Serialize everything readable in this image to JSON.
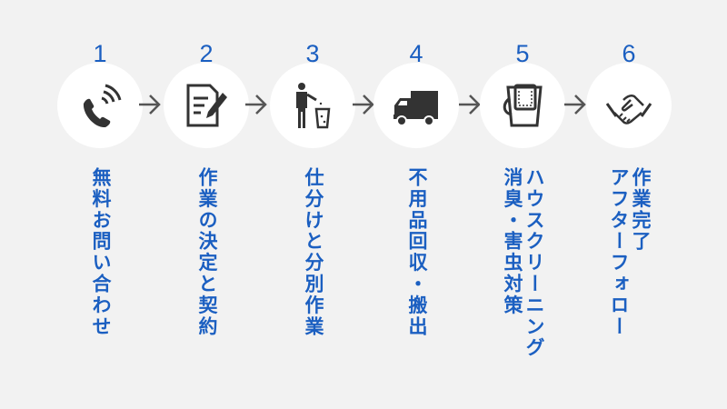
{
  "accent_color": "#1b5fc1",
  "steps": [
    {
      "number": "1",
      "icon": "phone-icon",
      "lines": [
        "無料お問い合わせ"
      ]
    },
    {
      "number": "2",
      "icon": "contract-icon",
      "lines": [
        "作業の決定と契約"
      ]
    },
    {
      "number": "3",
      "icon": "trash-sorting-icon",
      "lines": [
        "仕分けと分別作業"
      ]
    },
    {
      "number": "4",
      "icon": "truck-icon",
      "lines": [
        "不用品回収・搬出"
      ]
    },
    {
      "number": "5",
      "icon": "bucket-icon",
      "lines": [
        "ハウスクリーニング",
        "消臭・害虫対策"
      ]
    },
    {
      "number": "6",
      "icon": "handshake-icon",
      "lines": [
        "作業完了",
        "アフターフォロー"
      ]
    }
  ]
}
